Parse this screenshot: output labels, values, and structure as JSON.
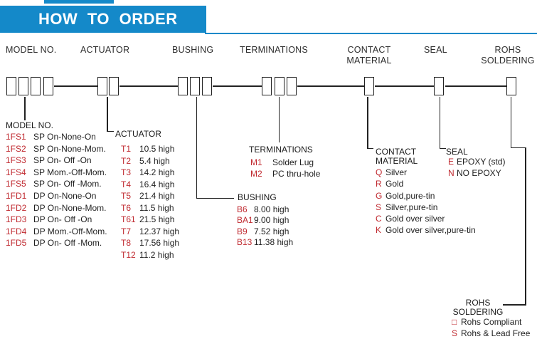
{
  "banner": {
    "title": "HOW TO ORDER"
  },
  "colors": {
    "banner_blue": "#1489c9",
    "code_red": "#c02a30"
  },
  "header_row": {
    "model_no": "MODEL NO.",
    "actuator": "ACTUATOR",
    "bushing": "BUSHING",
    "terminations": "TERMINATIONS",
    "contact_line1": "CONTACT",
    "contact_line2": "MATERIAL",
    "seal": "SEAL",
    "rohs_line1": "ROHS",
    "rohs_line2": "SOLDERING"
  },
  "sections": {
    "model_no": {
      "label": "MODEL NO.",
      "items": [
        {
          "code": "1FS1",
          "desc": "SP On-None-On"
        },
        {
          "code": "1FS2",
          "desc": "SP On-None-Mom."
        },
        {
          "code": "1FS3",
          "desc": "SP On- Off -On"
        },
        {
          "code": "1FS4",
          "desc": "SP Mom.-Off-Mom."
        },
        {
          "code": "1FS5",
          "desc": "SP On- Off -Mom."
        },
        {
          "code": "1FD1",
          "desc": "DP On-None-On"
        },
        {
          "code": "1FD2",
          "desc": "DP On-None-Mom."
        },
        {
          "code": "1FD3",
          "desc": "DP On- Off -On"
        },
        {
          "code": "1FD4",
          "desc": "DP Mom.-Off-Mom."
        },
        {
          "code": "1FD5",
          "desc": "DP On- Off -Mom."
        }
      ]
    },
    "actuator": {
      "label": "ACTUATOR",
      "items": [
        {
          "code": "T1",
          "desc": "10.5 high"
        },
        {
          "code": "T2",
          "desc": "5.4 high"
        },
        {
          "code": "T3",
          "desc": "14.2 high"
        },
        {
          "code": "T4",
          "desc": "16.4 high"
        },
        {
          "code": "T5",
          "desc": "21.4 high"
        },
        {
          "code": "T6",
          "desc": "11.5 high"
        },
        {
          "code": "T61",
          "desc": "21.5 high"
        },
        {
          "code": "T7",
          "desc": "12.37 high"
        },
        {
          "code": "T8",
          "desc": "17.56 high"
        },
        {
          "code": "T12",
          "desc": "11.2 high"
        }
      ]
    },
    "terminations": {
      "label": "TERMINATIONS",
      "items": [
        {
          "code": "M1",
          "desc": "Solder Lug"
        },
        {
          "code": "M2",
          "desc": "PC thru-hole"
        }
      ]
    },
    "bushing": {
      "label": "BUSHING",
      "items": [
        {
          "code": "B6",
          "desc": "8.00 high"
        },
        {
          "code": "BA1",
          "desc": "9.00 high"
        },
        {
          "code": "B9",
          "desc": "7.52 high"
        },
        {
          "code": "B13",
          "desc": "11.38 high"
        }
      ]
    },
    "contact_material": {
      "label_line1": "CONTACT",
      "label_line2": "MATERIAL",
      "items": [
        {
          "code": "Q",
          "desc": "Silver"
        },
        {
          "code": "R",
          "desc": "Gold"
        },
        {
          "code": "G",
          "desc": "Gold,pure-tin"
        },
        {
          "code": "S",
          "desc": "Silver,pure-tin"
        },
        {
          "code": "C",
          "desc": "Gold over silver"
        },
        {
          "code": "K",
          "desc": "Gold over silver,pure-tin"
        }
      ]
    },
    "seal": {
      "label": "SEAL",
      "items": [
        {
          "code": "E",
          "desc": "EPOXY (std)"
        },
        {
          "code": "N",
          "desc": "NO EPOXY"
        }
      ]
    },
    "rohs_soldering": {
      "label_line1": "ROHS",
      "label_line2": "SOLDERING",
      "items": [
        {
          "code": "□",
          "desc": "Rohs Compliant"
        },
        {
          "code": "S",
          "desc": "Rohs & Lead Free"
        }
      ]
    }
  }
}
